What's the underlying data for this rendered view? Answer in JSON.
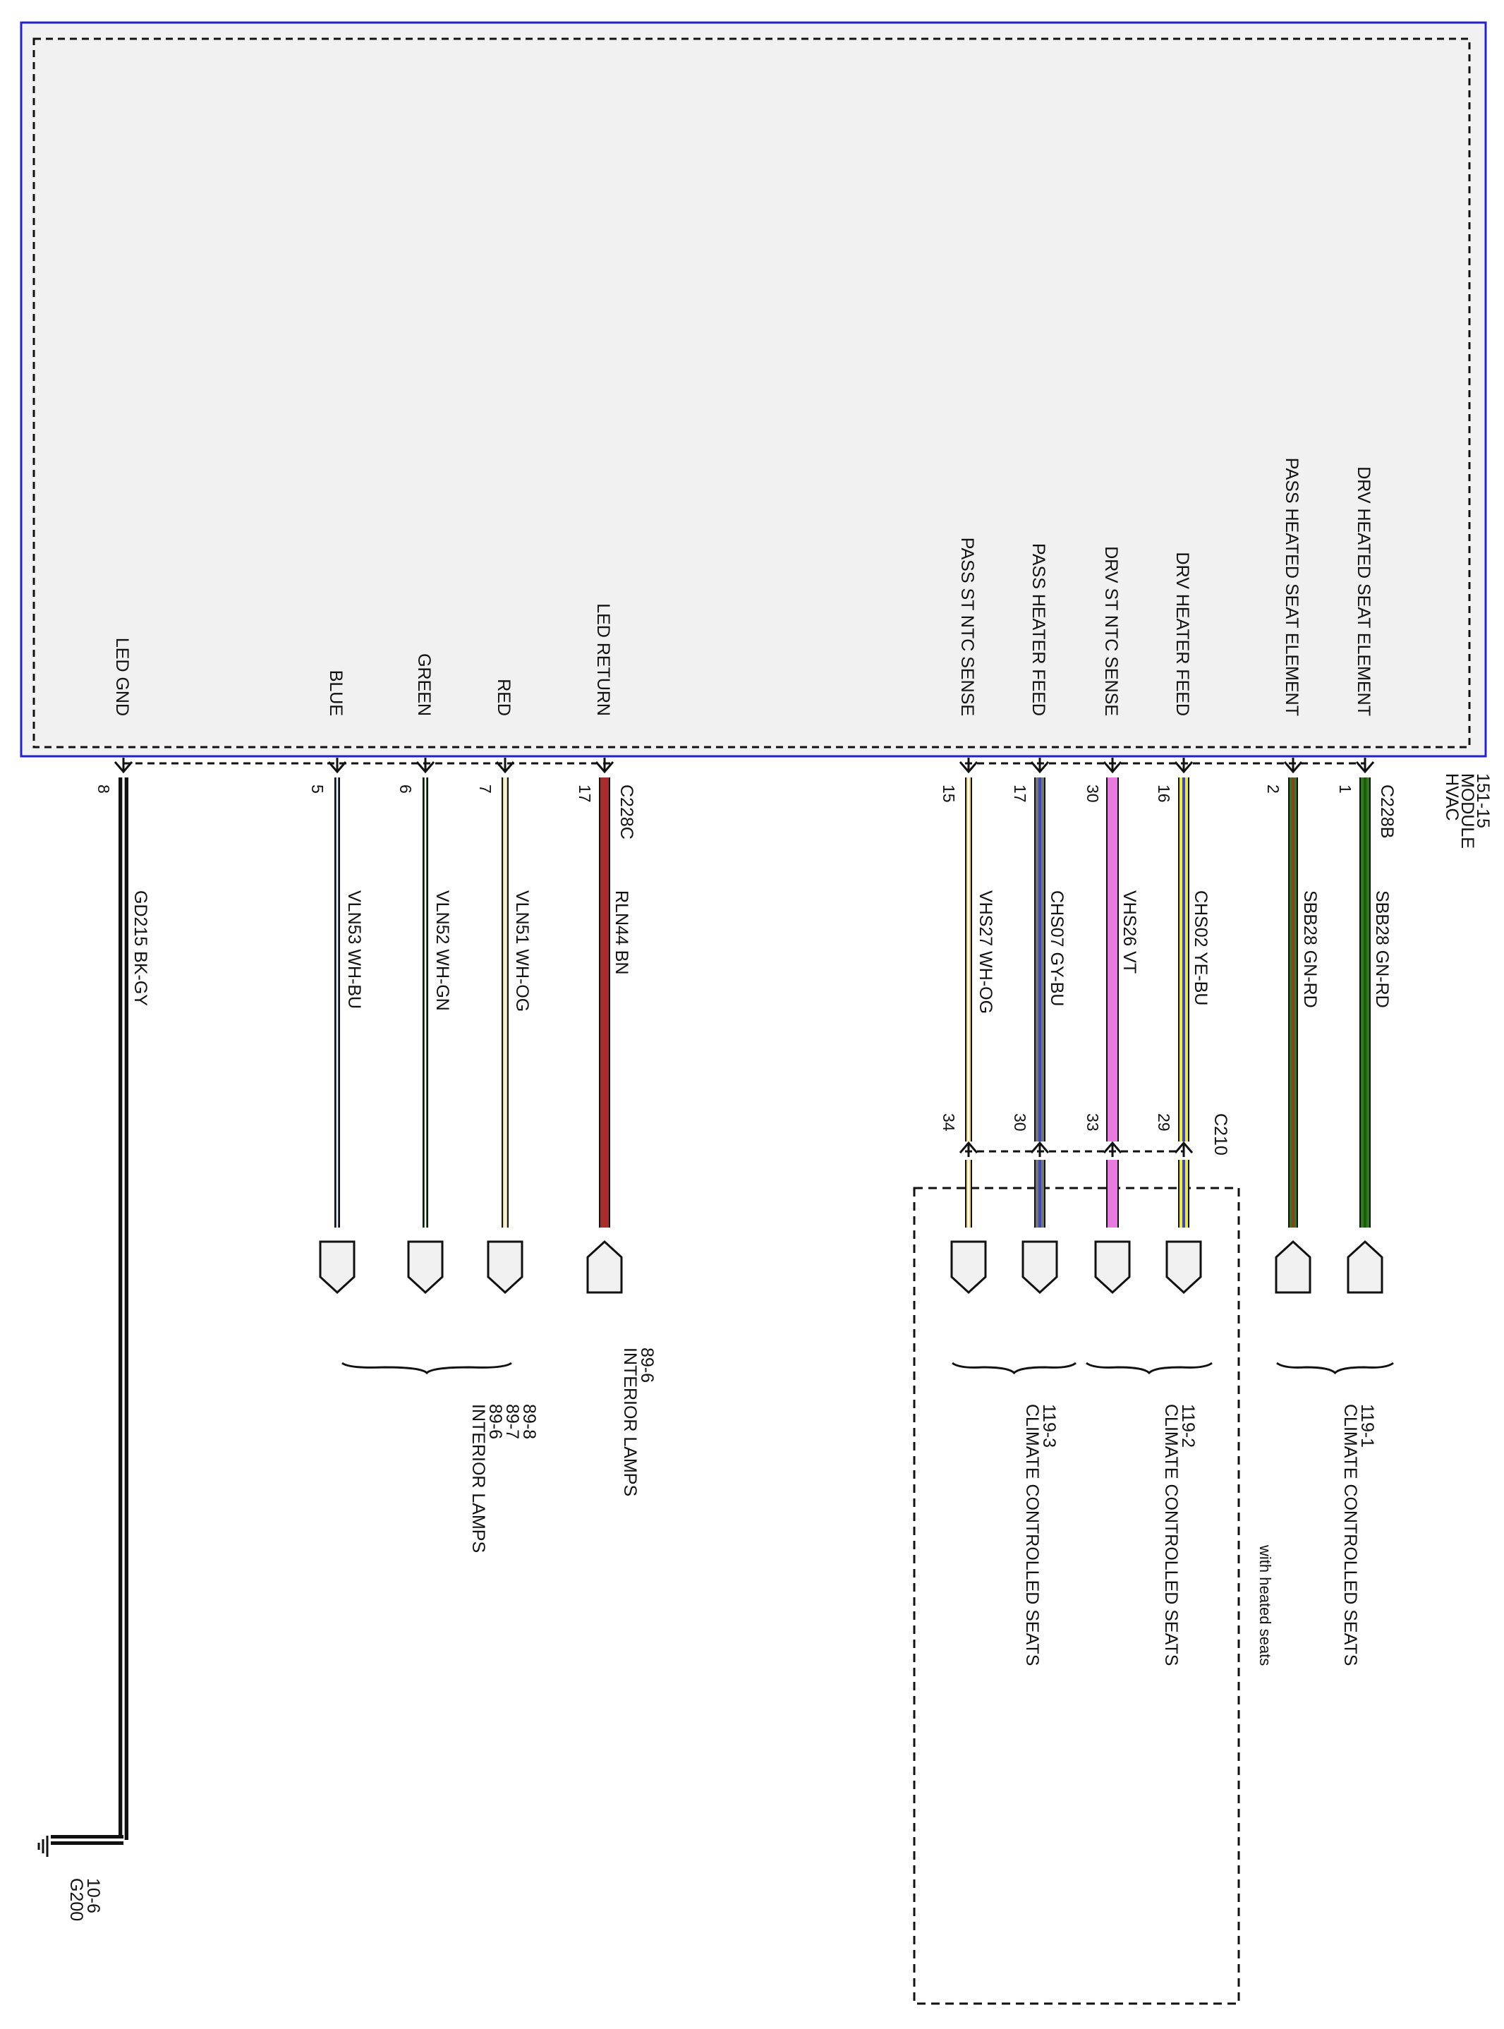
{
  "module": {
    "name": "HVAC\nMODULE\n151-15",
    "connector_right": "C228B",
    "connector_left": "C228C"
  },
  "pins": [
    {
      "label": "DRV HEATED SEAT ELEMENT",
      "pin": "1",
      "circuit": "SBB28",
      "color": "GN-RD"
    },
    {
      "label": "PASS HEATED SEAT ELEMENT",
      "pin": "2",
      "circuit": "SBB28",
      "color": "GN-RD"
    },
    {
      "label": "DRV HEATER FEED",
      "pin": "16",
      "circuit": "CHS02",
      "color": "YE-BU"
    },
    {
      "label": "DRV ST NTC SENSE",
      "pin": "30",
      "circuit": "VHS26",
      "color": "VT"
    },
    {
      "label": "PASS HEATER FEED",
      "pin": "17",
      "circuit": "CHS07",
      "color": "GY-BU"
    },
    {
      "label": "PASS ST NTC SENSE",
      "pin": "15",
      "circuit": "VHS27",
      "color": "WH-OG"
    },
    {
      "label": "LED RETURN",
      "pin": "17",
      "circuit": "RLN44",
      "color": "BN"
    },
    {
      "label": "RED",
      "pin": "7",
      "circuit": "VLN51",
      "color": "WH-OG"
    },
    {
      "label": "GREEN",
      "pin": "6",
      "circuit": "VLN52",
      "color": "WH-GN"
    },
    {
      "label": "BLUE",
      "pin": "5",
      "circuit": "VLN53",
      "color": "WH-BU"
    },
    {
      "label": "LED GND",
      "pin": "8",
      "circuit": "GD215",
      "color": "BK-GY"
    }
  ],
  "c210": {
    "name": "C210",
    "pins": [
      "29",
      "33",
      "30",
      "34"
    ]
  },
  "destinations": {
    "ccs1": "CLIMATE CONTROLLED SEATS\n119-1",
    "ccs2": "CLIMATE CONTROLLED SEATS\n119-2",
    "ccs3": "CLIMATE CONTROLLED SEATS\n119-3",
    "lamps1": "INTERIOR LAMPS\n89-6",
    "lamps2": "INTERIOR LAMPS\n89-6\n89-7\n89-8"
  },
  "option_note": "with heated seats",
  "ground": "G200\n10-6",
  "colors": {
    "module_border": "#2222cc",
    "module_fill": "#f1f1f1",
    "green": "#2e7d1a",
    "green_dark": "#1d5a10",
    "red": "#a72d2d",
    "yellow": "#e8e84a",
    "violet": "#e77be0",
    "blue": "#3a48b8",
    "gray": "#777777",
    "black": "#111111"
  }
}
